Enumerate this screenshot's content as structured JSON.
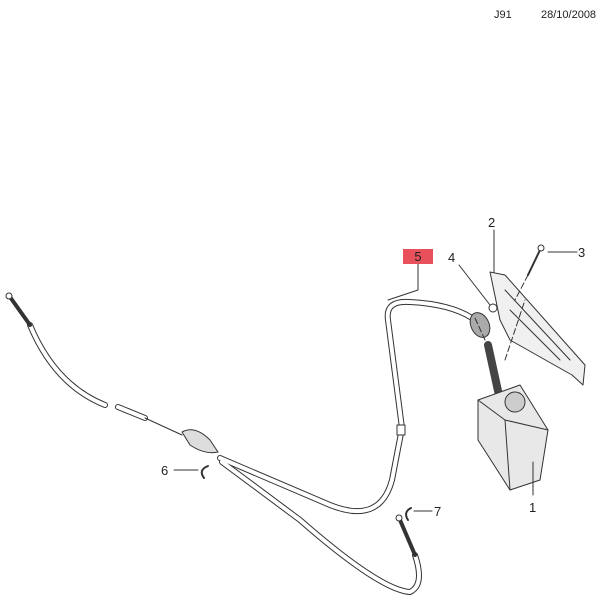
{
  "header": {
    "code": "J91",
    "date": "28/10/2008"
  },
  "callouts": {
    "p1": "1",
    "p2": "2",
    "p3": "3",
    "p4": "4",
    "p5": "5",
    "p6": "6",
    "p7": "7"
  },
  "colors": {
    "highlight": "#e8505b",
    "line": "#333333"
  }
}
